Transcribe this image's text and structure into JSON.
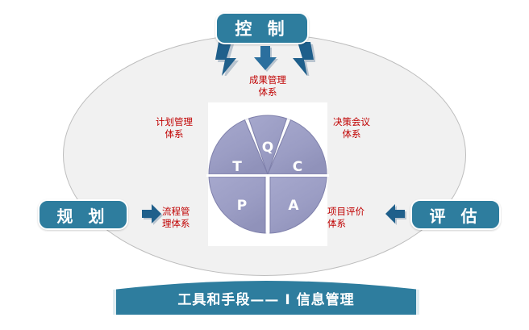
{
  "diagram": {
    "title_top": "控 制",
    "title_left": "规 划",
    "title_right": "评 估",
    "banner_label": "工具和手段—— I 信息管理",
    "colors": {
      "pill_blue": "#2e7d9e",
      "banner_blue": "#2e7d9e",
      "arrow_blue": "#1f5f8b",
      "pie_fill": "#9a9cc4",
      "pie_stroke": "#7f80ab",
      "label_red": "#c00000",
      "oval_fill": "#f1f1f1",
      "oval_border": "#bdbdbd"
    },
    "annotations": {
      "top": "成果管理\n体系",
      "top_left": "计划管理\n体系",
      "top_right": "决策会议\n体系",
      "bottom_left": "流程管\n理体系",
      "bottom_right": "项目评价\n体系"
    },
    "arrows": {
      "chevron_left": "chevron-down-left-arrow",
      "chevron_right": "chevron-down-right-arrow",
      "center_down": "down-arrow",
      "left_in": "right-arrow",
      "right_in": "left-arrow"
    }
  },
  "chart_data": {
    "type": "pie",
    "title": "",
    "center_label": "",
    "categories": [
      "Q",
      "C",
      "A",
      "P",
      "T"
    ],
    "labels": [
      "Q",
      "C",
      "A",
      "P",
      "T"
    ],
    "values": [
      12.5,
      25,
      25,
      25,
      12.5
    ],
    "segments": [
      {
        "label": "Q",
        "start_deg": -21,
        "end_deg": 21,
        "annotation": "成果管理体系",
        "fill": "#9a9cc4"
      },
      {
        "label": "C",
        "start_deg": 25,
        "end_deg": 90,
        "annotation": "决策会议体系",
        "fill": "#9a9cc4"
      },
      {
        "label": "A",
        "start_deg": 92,
        "end_deg": 178,
        "annotation": "项目评价体系",
        "fill": "#9a9cc4"
      },
      {
        "label": "P",
        "start_deg": 182,
        "end_deg": 268,
        "annotation": "流程管理体系",
        "fill": "#9a9cc4"
      },
      {
        "label": "T",
        "start_deg": 270,
        "end_deg": 335,
        "annotation": "计划管理体系",
        "fill": "#9a9cc4"
      }
    ],
    "legend": "none",
    "grid": false
  }
}
